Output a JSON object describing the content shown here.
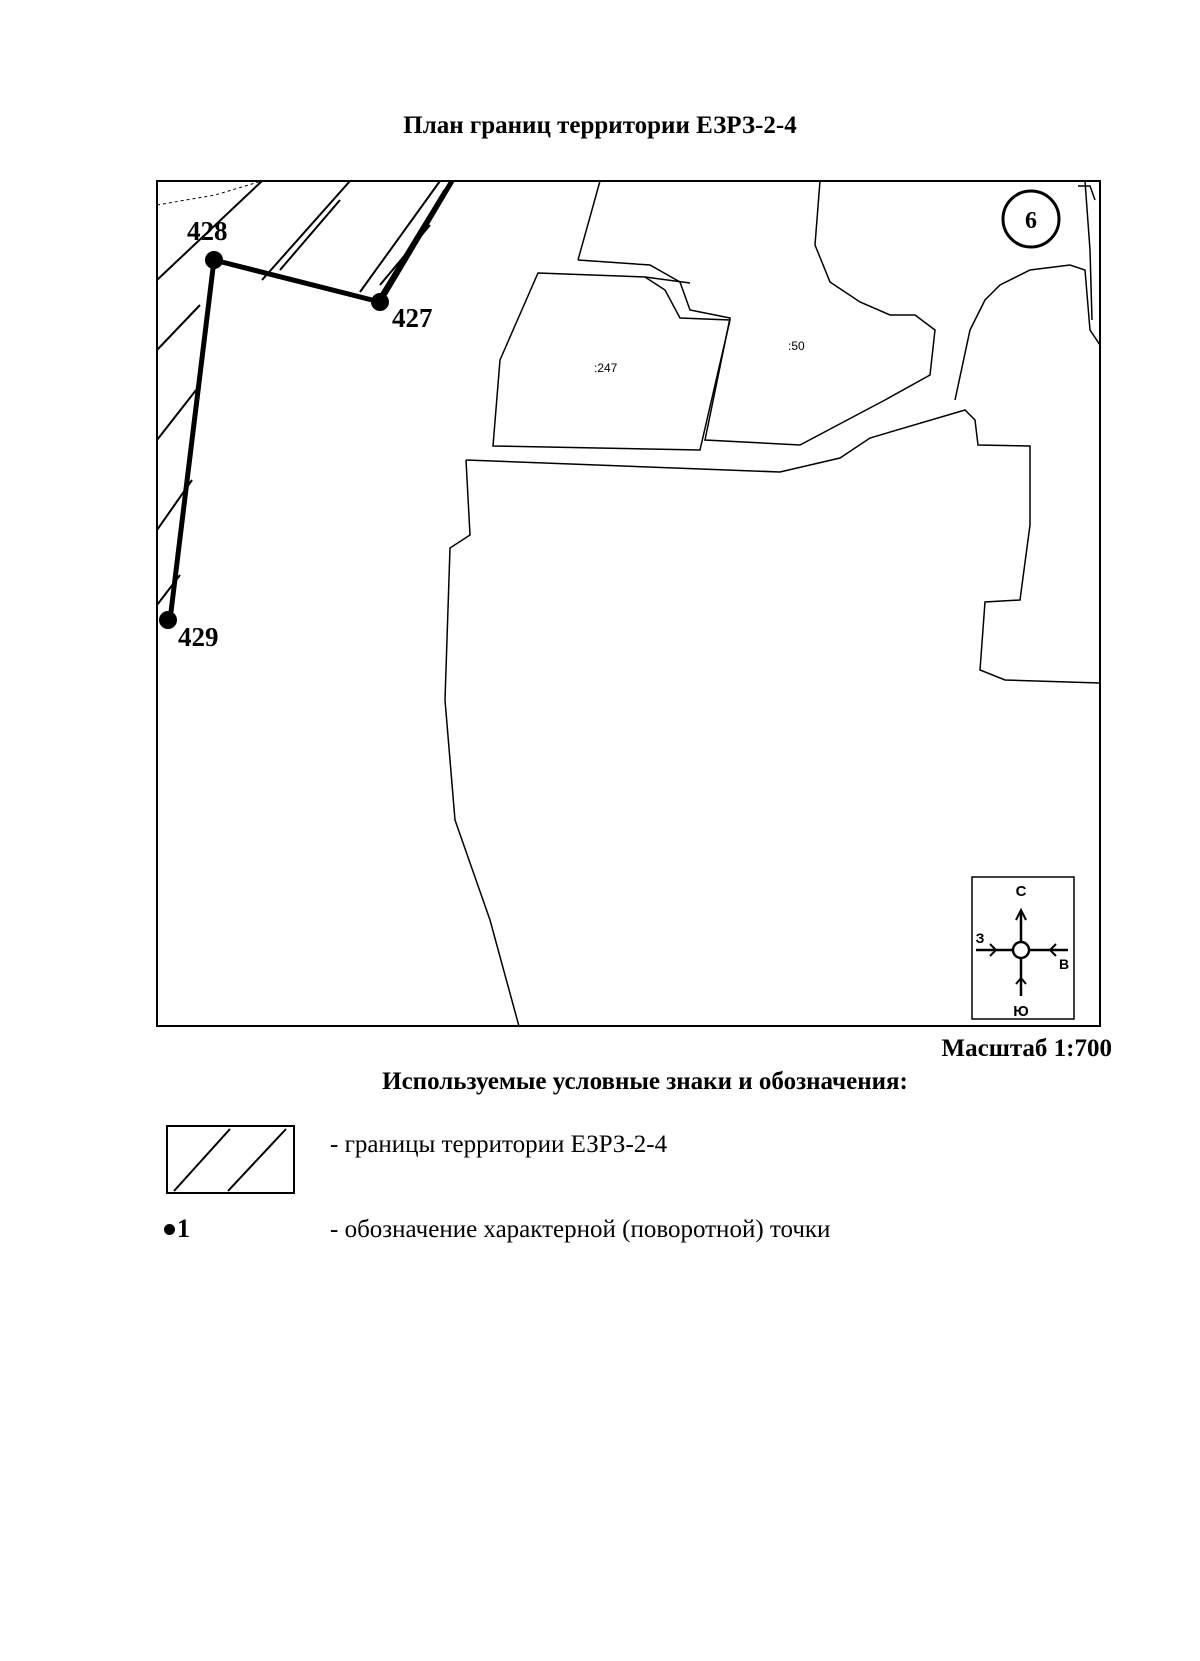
{
  "title": "План границ территории ЕЗРЗ-2-4",
  "map": {
    "sheet_number": "6",
    "parcel_labels": [
      ":247",
      ":50"
    ],
    "points": [
      {
        "label": "428"
      },
      {
        "label": "427"
      },
      {
        "label": "429"
      }
    ],
    "compass": {
      "north": "С",
      "south": "Ю",
      "west": "З",
      "east": "В"
    }
  },
  "scale": "Масштаб 1:700",
  "legend": {
    "title": "Используемые условные знаки и обозначения:",
    "items": [
      {
        "symbol": "",
        "text": "- границы территории ЕЗРЗ-2-4"
      },
      {
        "symbol": "1",
        "text": "- обозначение характерной (поворотной) точки"
      }
    ]
  }
}
